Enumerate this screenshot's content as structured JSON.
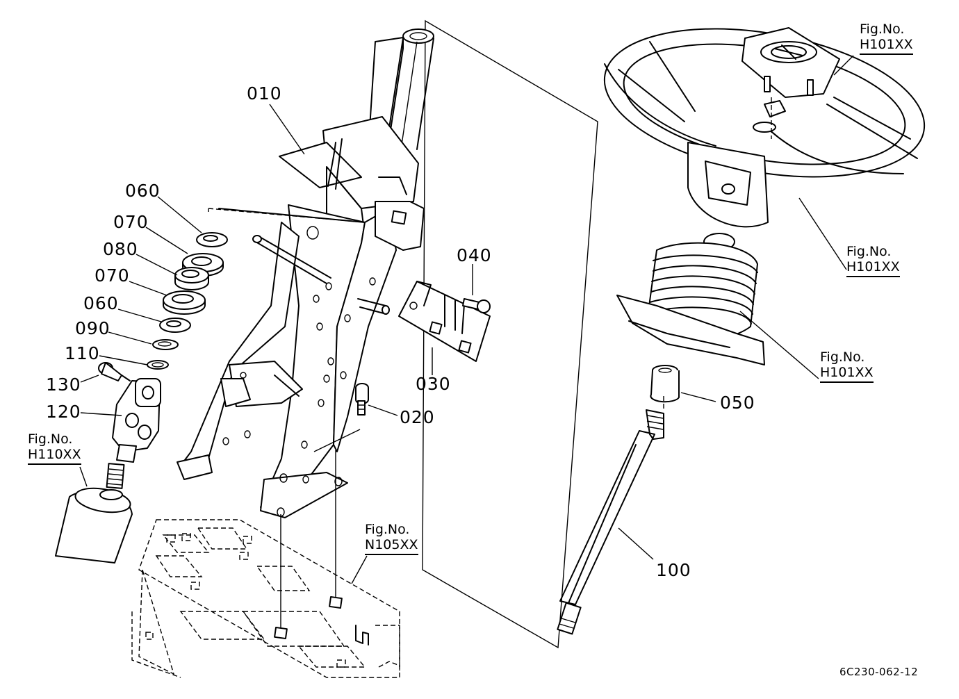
{
  "parts": {
    "p010": "010",
    "p060a": "060",
    "p070a": "070",
    "p080": "080",
    "p070b": "070",
    "p060b": "060",
    "p090": "090",
    "p110": "110",
    "p130": "130",
    "p120": "120",
    "p020": "020",
    "p030": "030",
    "p040": "040",
    "p050": "050",
    "p100": "100"
  },
  "refs": {
    "top_right": {
      "title": "Fig.No.",
      "code": "H101XX"
    },
    "wheel": {
      "title": "Fig.No.",
      "code": "H101XX"
    },
    "boot": {
      "title": "Fig.No.",
      "code": "H101XX"
    },
    "left": {
      "title": "Fig.No.",
      "code": "H110XX"
    },
    "floor": {
      "title": "Fig.No.",
      "code": "N105XX"
    }
  },
  "doc_code": "6C230-062-12"
}
